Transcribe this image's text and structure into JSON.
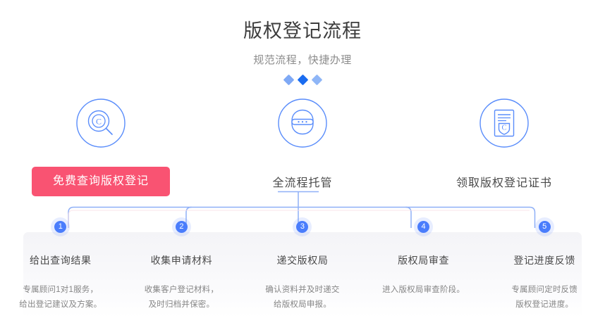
{
  "header": {
    "title": "版权登记流程",
    "subtitle": "规范流程，快捷办理",
    "diamonds": [
      {
        "name": "diamond-left",
        "color": "#7fa9f5"
      },
      {
        "name": "diamond-center",
        "color": "#1a6cf0"
      },
      {
        "name": "diamond-right",
        "color": "#8fb6f7"
      }
    ]
  },
  "accent": {
    "blue": "#5a8dfb",
    "line_blue": "#8fb0f7",
    "badge_blue": "#4a7dfc",
    "cta_red": "#f95372",
    "text_dark": "#3d3d3d",
    "text_mid": "#4a4a4a",
    "text_light": "#868686"
  },
  "features": [
    {
      "icon": "copyright-search-icon",
      "label": "免费查询版权登记",
      "is_cta": true
    },
    {
      "icon": "full-process-basket-icon",
      "label": "全流程托管",
      "is_cta": false
    },
    {
      "icon": "certificate-icon",
      "label": "领取版权登记证书",
      "is_cta": false
    }
  ],
  "steps": [
    {
      "number": "1",
      "title": "给出查询结果",
      "desc": [
        "专属顾问1对1服务，",
        "给出登记建议及方案。"
      ]
    },
    {
      "number": "2",
      "title": "收集申请材料",
      "desc": [
        "收集客户登记材料，",
        "及时归档并保密。"
      ]
    },
    {
      "number": "3",
      "title": "递交版权局",
      "desc": [
        "确认资料并及时递交",
        "给版权局申报。"
      ]
    },
    {
      "number": "4",
      "title": "版权局审查",
      "desc": [
        "进入版权局审查阶段。"
      ]
    },
    {
      "number": "5",
      "title": "登记进度反馈",
      "desc": [
        "专属顾问定时反馈",
        "版权登记进度。"
      ]
    }
  ]
}
